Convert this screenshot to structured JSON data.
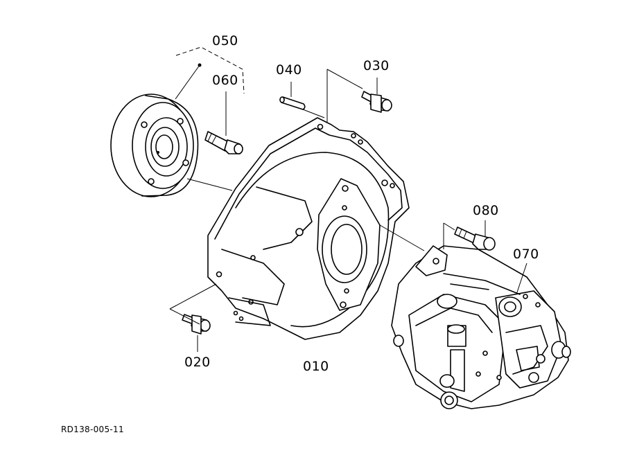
{
  "diagram": {
    "callouts": {
      "p010": "010",
      "p020": "020",
      "p030": "030",
      "p040": "040",
      "p050": "050",
      "p060": "060",
      "p070": "070",
      "p080": "080"
    },
    "reference_code": "RD138-005-11"
  }
}
